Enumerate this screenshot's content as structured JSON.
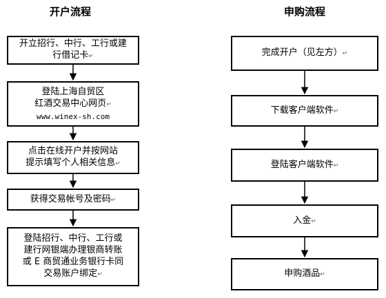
{
  "left": {
    "title": "开户流程",
    "steps": [
      {
        "lines": [
          "开立招行、中行、工行或建",
          "行借记卡"
        ]
      },
      {
        "lines": [
          "登陆上海自贸区",
          "红酒交易中心网页",
          "www.winex-sh.com"
        ]
      },
      {
        "lines": [
          "点击在线开户并按网站",
          "提示填写个人相关信息"
        ]
      },
      {
        "lines": [
          "获得交易帐号及密码"
        ]
      },
      {
        "lines": [
          "登陆招行、中行、工行或",
          "建行网银端办理银商转账",
          "或 E 商贸通业务银行卡同",
          "交易账户绑定"
        ]
      }
    ]
  },
  "right": {
    "title": "申购流程",
    "steps": [
      {
        "lines": [
          "完成开户（见左方）"
        ]
      },
      {
        "lines": [
          "下载客户端软件"
        ]
      },
      {
        "lines": [
          "登陆客户端软件"
        ]
      },
      {
        "lines": [
          "入金"
        ]
      },
      {
        "lines": [
          "申购酒品"
        ]
      }
    ]
  },
  "marker": "↵"
}
